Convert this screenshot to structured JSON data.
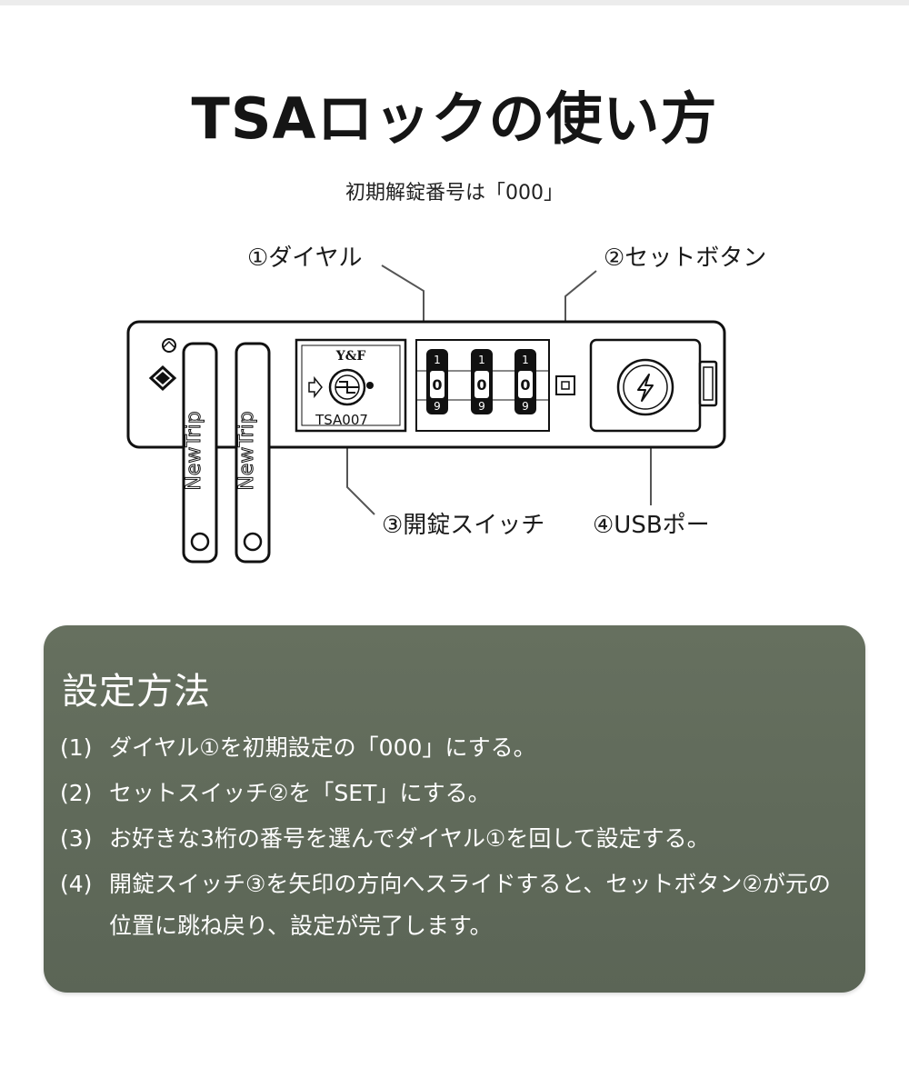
{
  "title": "TSAロックの使い方",
  "subtitle": "初期解錠番号は「000」",
  "diagram": {
    "callouts": {
      "dial": "①ダイヤル",
      "set_button": "②セットボタン",
      "unlock_switch": "③開錠スイッチ",
      "usb_port": "④USBポー"
    },
    "lock_model": "TSA007",
    "brand_mark": "Y&F",
    "strap_text": "NewTrip",
    "dial_digits": [
      "0",
      "0",
      "0"
    ],
    "dial_digit_above": "1",
    "dial_digit_below": "9",
    "icons": [
      "tsa-diamond-icon",
      "lightning-icon",
      "arrow-right-icon"
    ]
  },
  "panel": {
    "title": "設定方法",
    "bg_color": "#5f6959",
    "steps": [
      {
        "num": "(1)",
        "text": "ダイヤル①を初期設定の「000」にする。"
      },
      {
        "num": "(2)",
        "text": "セットスイッチ②を「SET」にする。"
      },
      {
        "num": "(3)",
        "text": "お好きな3桁の番号を選んでダイヤル①を回して設定する。"
      },
      {
        "num": "(4)",
        "text": "開錠スイッチ③を矢印の方向へスライドすると、セットボタン②が元の位置に跳ね戻り、設定が完了します。"
      }
    ]
  }
}
